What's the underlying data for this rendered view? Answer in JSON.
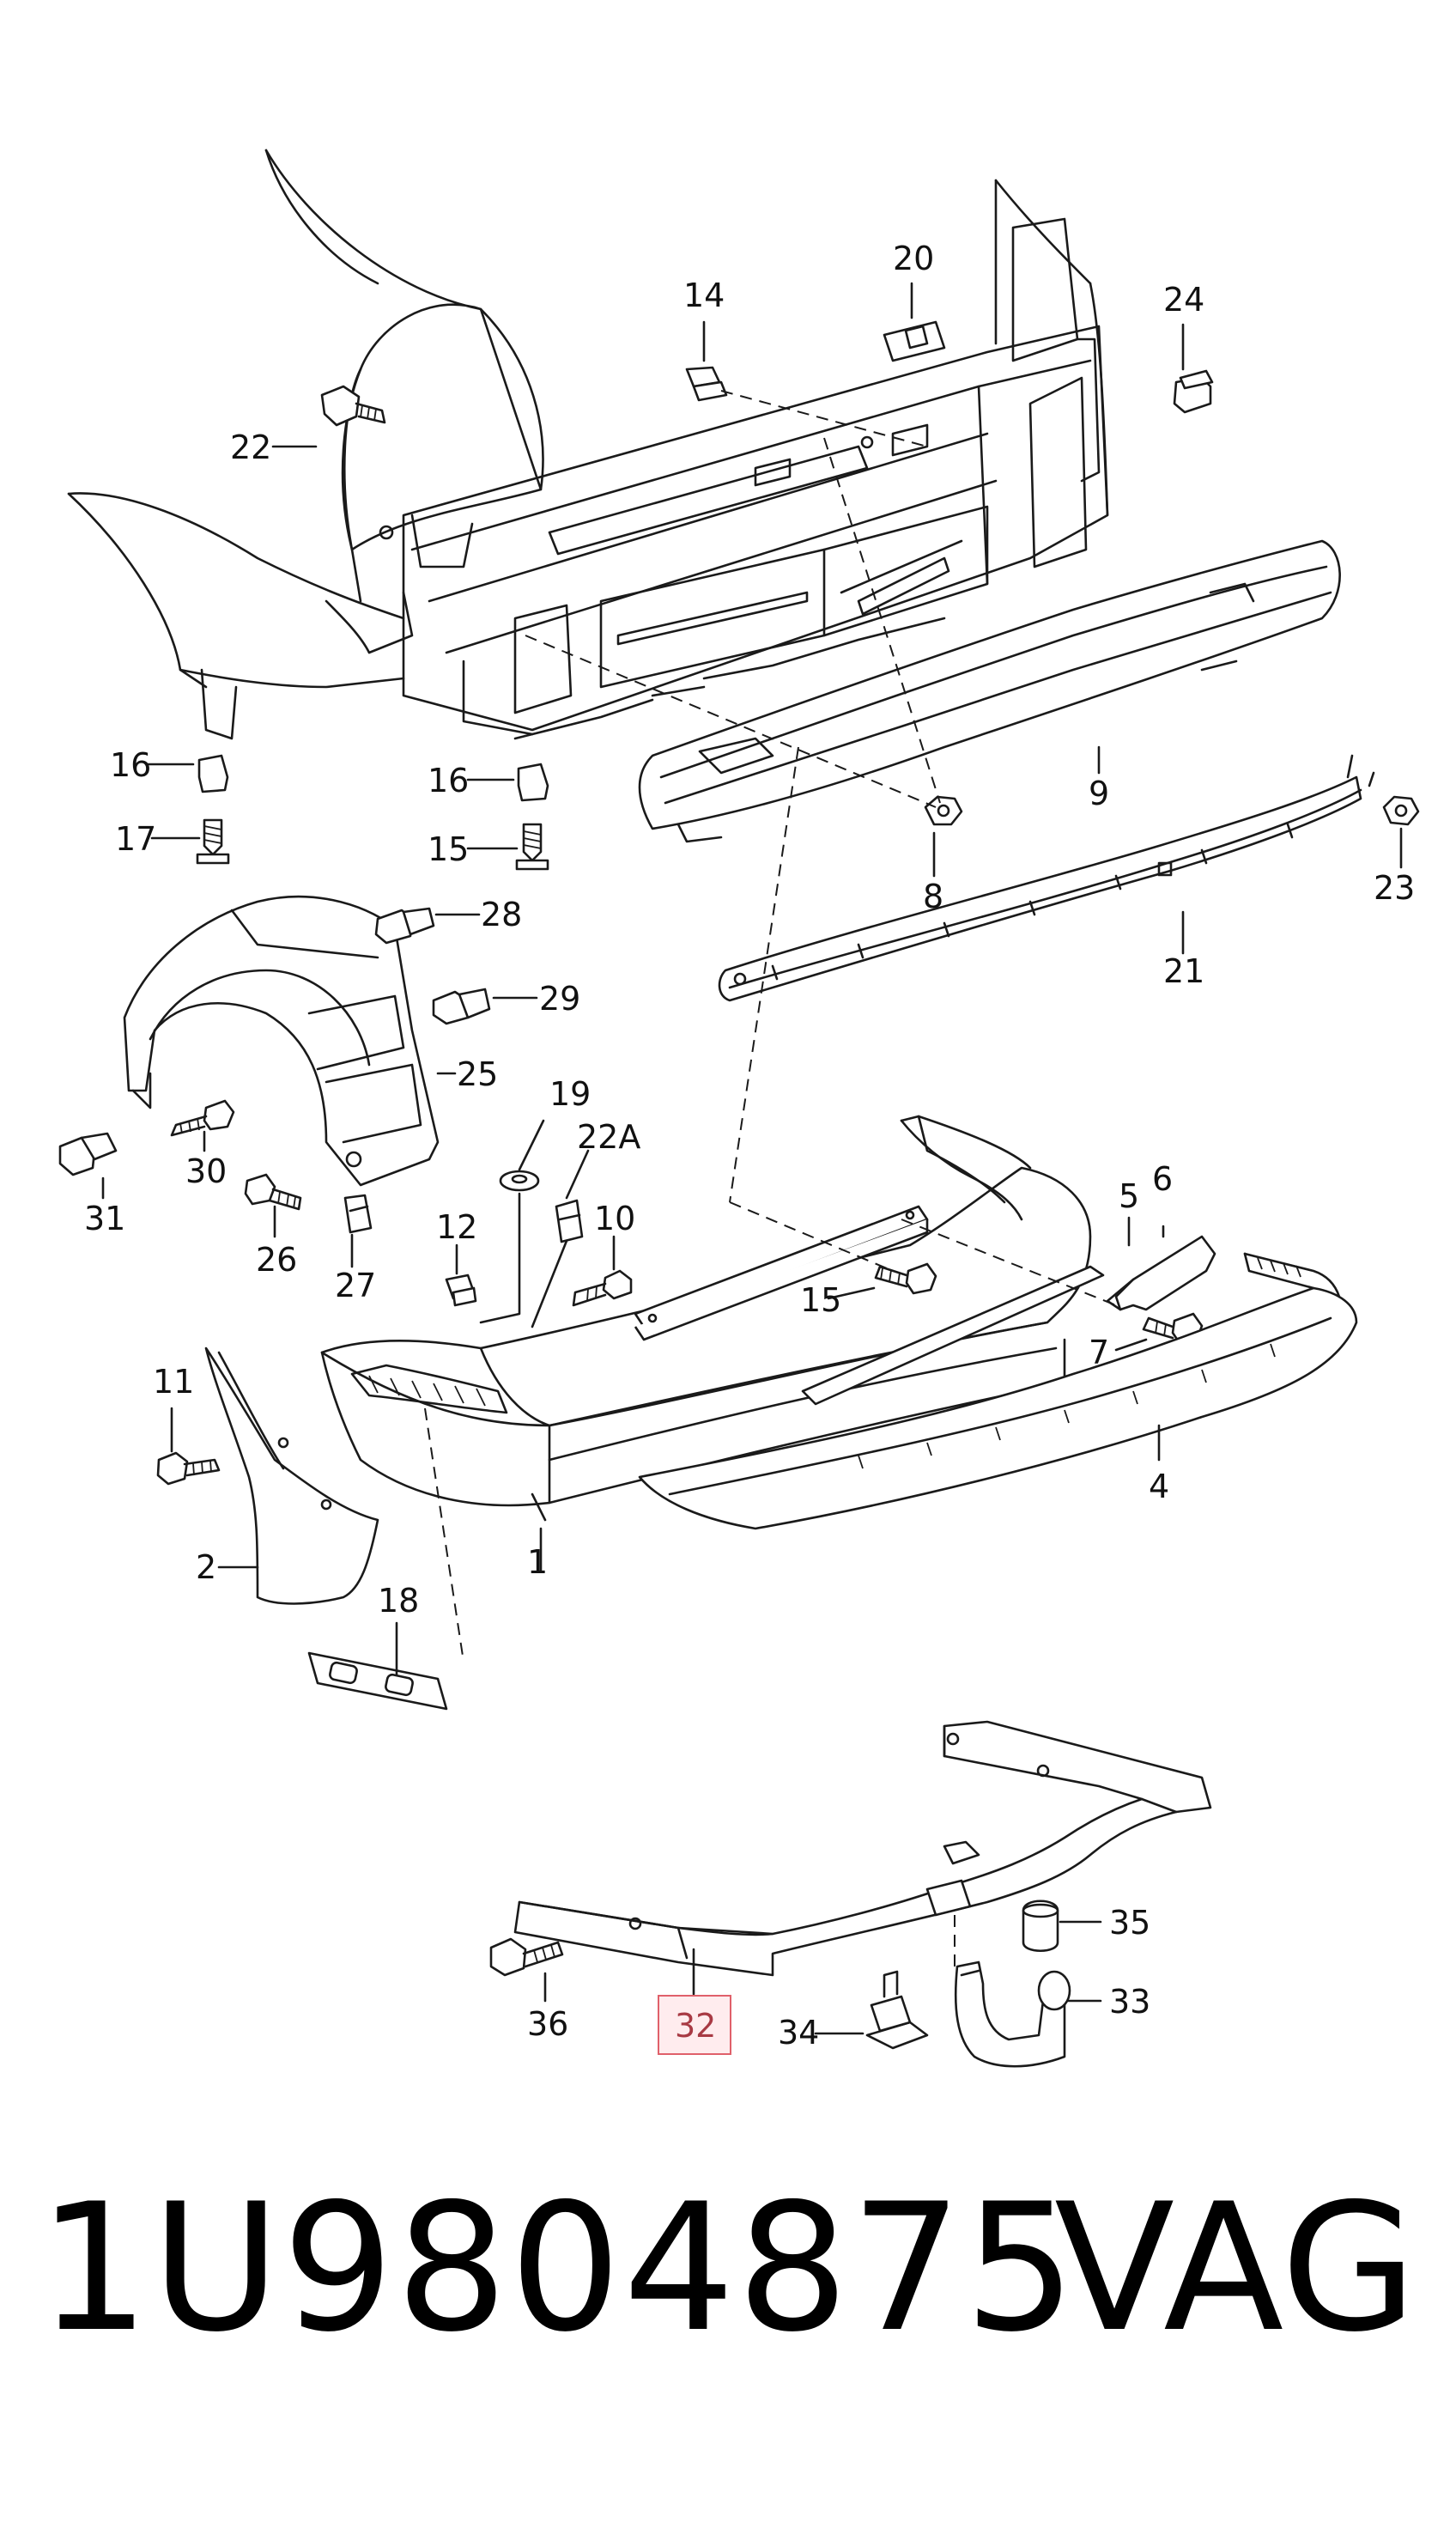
{
  "diagram": {
    "labels": [
      {
        "id": "c1",
        "text": "1"
      },
      {
        "id": "c2",
        "text": "2"
      },
      {
        "id": "c4",
        "text": "4"
      },
      {
        "id": "c5",
        "text": "5"
      },
      {
        "id": "c6",
        "text": "6"
      },
      {
        "id": "c7",
        "text": "7"
      },
      {
        "id": "c8",
        "text": "8"
      },
      {
        "id": "c9",
        "text": "9"
      },
      {
        "id": "c10",
        "text": "10"
      },
      {
        "id": "c11",
        "text": "11"
      },
      {
        "id": "c12",
        "text": "12"
      },
      {
        "id": "c14",
        "text": "14"
      },
      {
        "id": "c15a",
        "text": "15"
      },
      {
        "id": "c15b",
        "text": "15"
      },
      {
        "id": "c16a",
        "text": "16"
      },
      {
        "id": "c16b",
        "text": "16"
      },
      {
        "id": "c17",
        "text": "17"
      },
      {
        "id": "c18",
        "text": "18"
      },
      {
        "id": "c19",
        "text": "19"
      },
      {
        "id": "c20",
        "text": "20"
      },
      {
        "id": "c21",
        "text": "21"
      },
      {
        "id": "c22",
        "text": "22"
      },
      {
        "id": "c22A",
        "text": "22A"
      },
      {
        "id": "c23",
        "text": "23"
      },
      {
        "id": "c24",
        "text": "24"
      },
      {
        "id": "c25",
        "text": "25"
      },
      {
        "id": "c26",
        "text": "26"
      },
      {
        "id": "c27",
        "text": "27"
      },
      {
        "id": "c28",
        "text": "28"
      },
      {
        "id": "c29",
        "text": "29"
      },
      {
        "id": "c30",
        "text": "30"
      },
      {
        "id": "c31",
        "text": "31"
      },
      {
        "id": "c32",
        "text": "32"
      },
      {
        "id": "c33",
        "text": "33"
      },
      {
        "id": "c34",
        "text": "34"
      },
      {
        "id": "c35",
        "text": "35"
      },
      {
        "id": "c36",
        "text": "36"
      }
    ],
    "highlighted_callout": "32",
    "highlight_color": "#e0606a"
  },
  "footer": {
    "part_number": "1U9804875",
    "brand": "VAG"
  }
}
